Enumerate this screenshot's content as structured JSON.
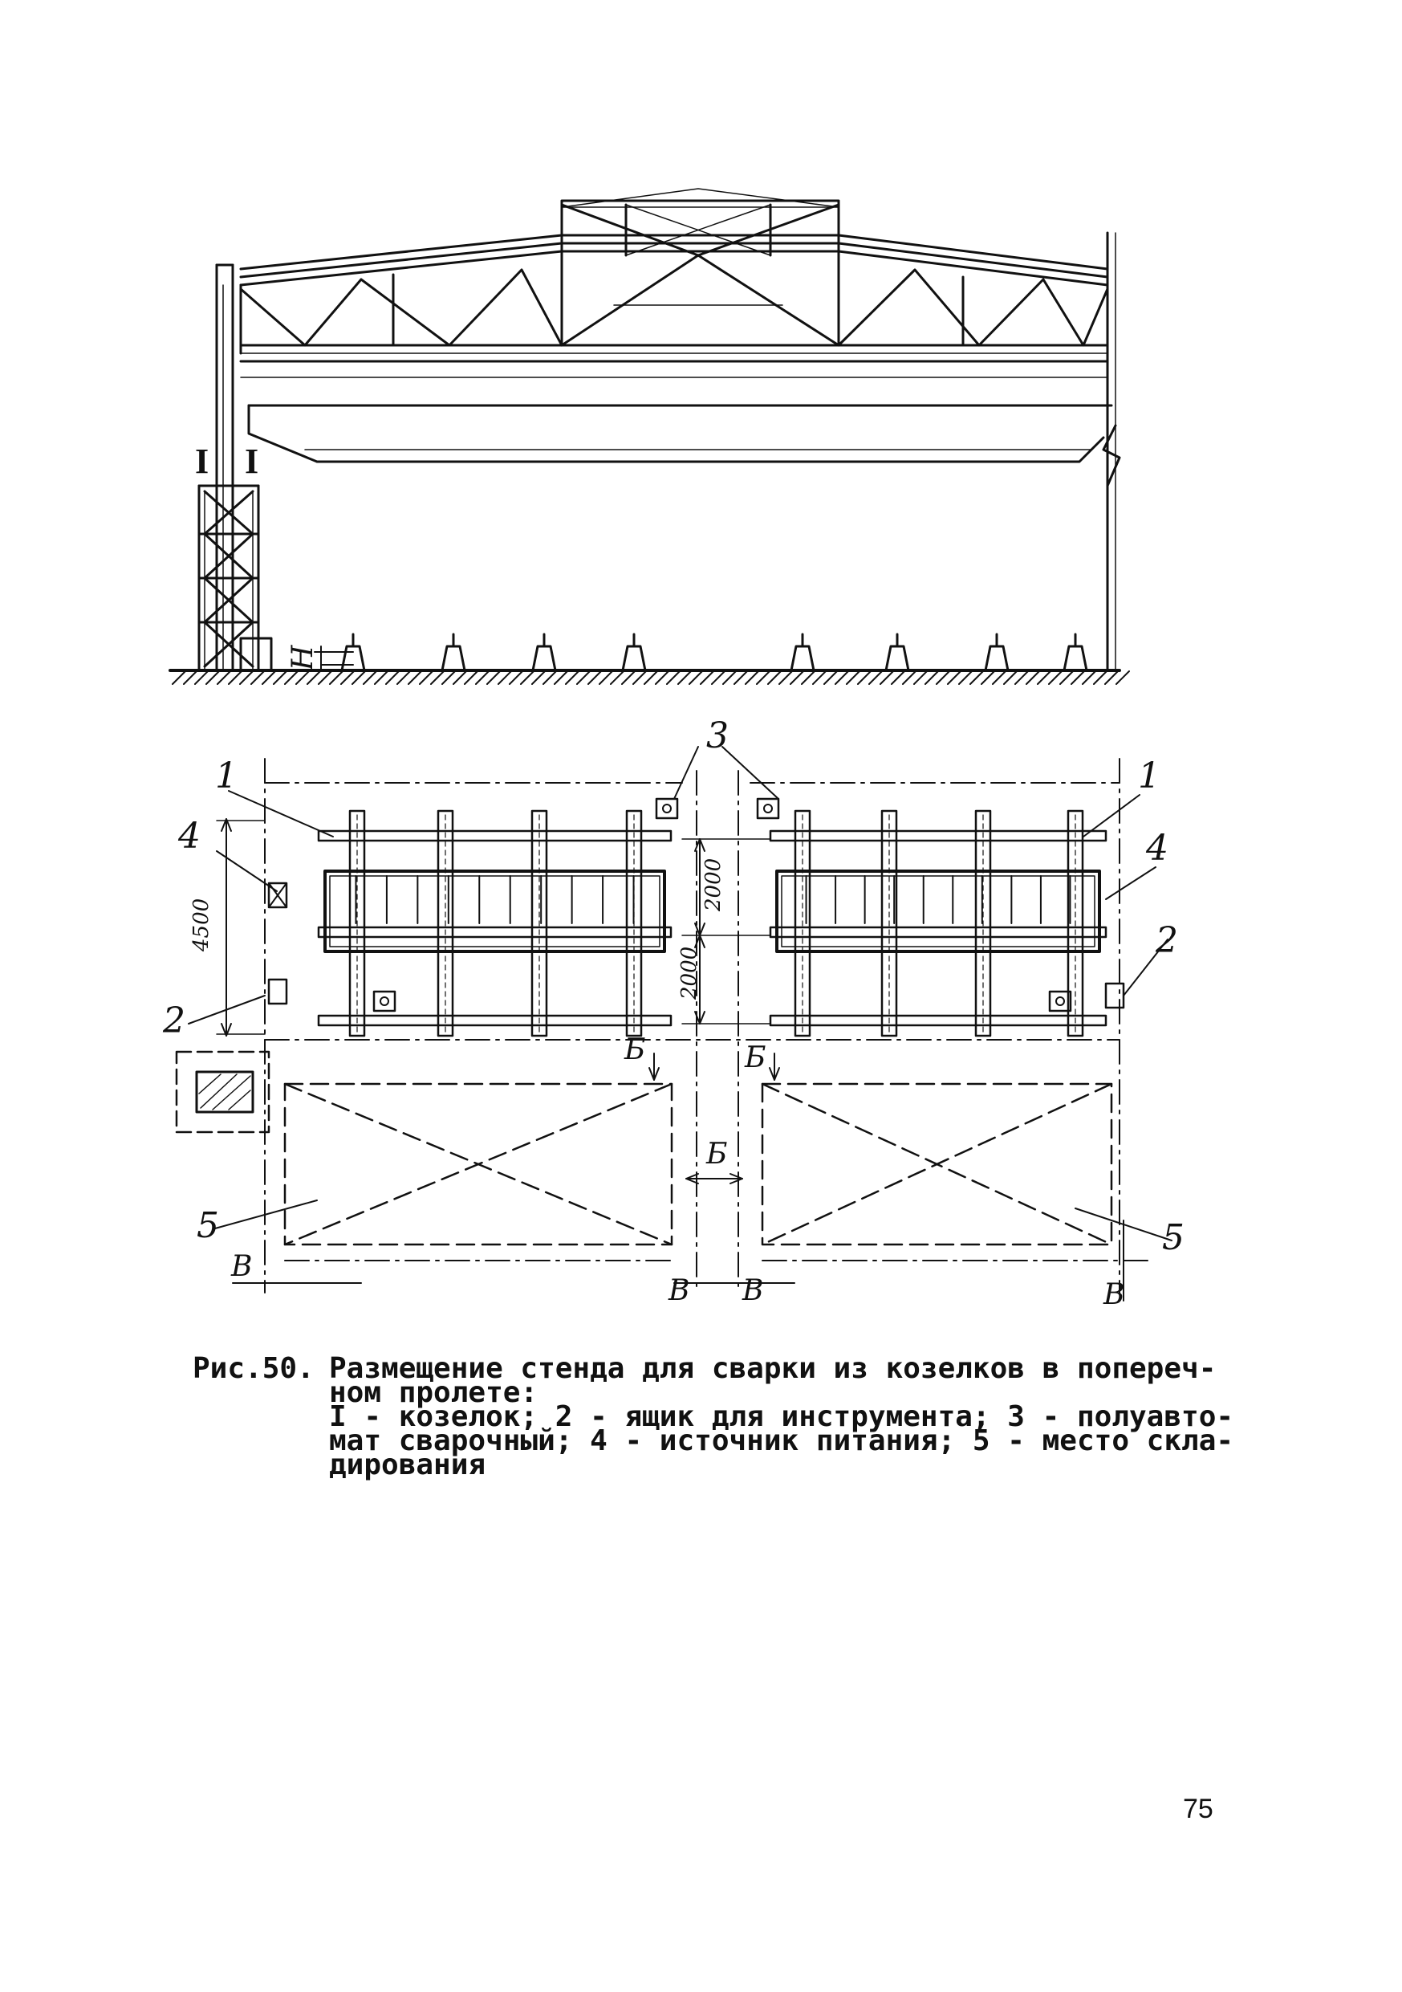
{
  "figure": {
    "labels": {
      "roman_left": "I",
      "roman_right": "I",
      "h": "H",
      "n1_left": "1",
      "n1_right": "1",
      "n2_left": "2",
      "n2_right": "2",
      "n3": "3",
      "n4_left": "4",
      "n4_right": "4",
      "n5_left": "5",
      "n5_right": "5",
      "dim_4500": "4500",
      "dim_2000_a": "2000",
      "dim_2000_b": "2000",
      "b_left": "Б",
      "b_mid": "Б",
      "b_right": "Б",
      "v1": "В",
      "v2": "В",
      "v3": "В",
      "v4": "В"
    }
  },
  "caption": {
    "prefix": "Рис.50.",
    "lines": [
      "Размещение стенда для сварки из козелков в попереч-",
      "ном пролете:",
      "I - козелок; 2 - ящик для инструмента; 3 - полуавто-",
      "мат сварочный; 4 - источник питания; 5 - место скла-",
      "дирования"
    ]
  },
  "page_number": "75"
}
